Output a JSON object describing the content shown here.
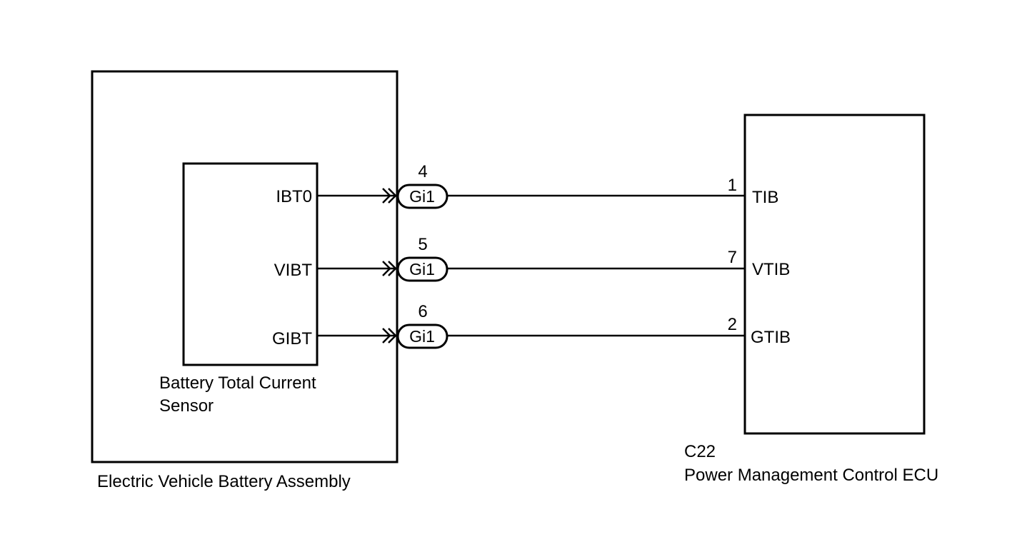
{
  "battery_assembly": {
    "label": "Electric Vehicle Battery Assembly"
  },
  "current_sensor": {
    "label_line1": "Battery Total Current",
    "label_line2": "Sensor"
  },
  "ecu": {
    "connector_code": "C22",
    "label": "Power Management Control ECU"
  },
  "wires": [
    {
      "sensor_pin": "IBT0",
      "connector_name": "Gi1",
      "connector_pin": "4",
      "ecu_pin": "1",
      "ecu_terminal": "TIB"
    },
    {
      "sensor_pin": "VIBT",
      "connector_name": "Gi1",
      "connector_pin": "5",
      "ecu_pin": "7",
      "ecu_terminal": "VTIB"
    },
    {
      "sensor_pin": "GIBT",
      "connector_name": "Gi1",
      "connector_pin": "6",
      "ecu_pin": "2",
      "ecu_terminal": "GTIB"
    }
  ]
}
